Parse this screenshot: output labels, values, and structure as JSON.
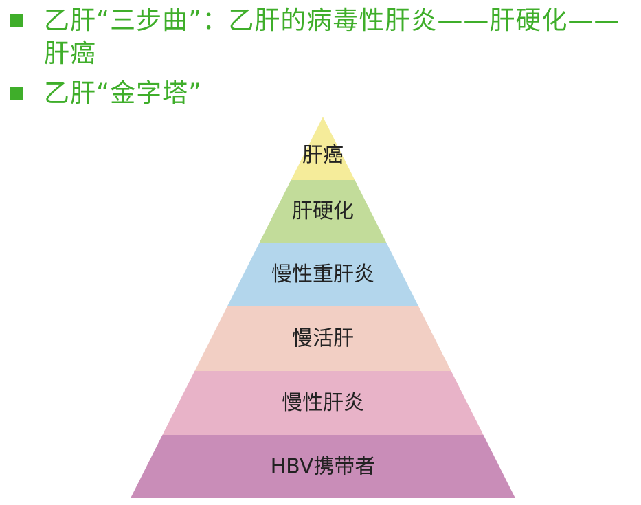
{
  "bullets": [
    {
      "text": "乙肝“三步曲”：乙肝的病毒性肝炎——肝硬化——肝癌"
    },
    {
      "text": "乙肝“金字塔”"
    }
  ],
  "pyramid": {
    "tiers": [
      {
        "label": "肝癌",
        "color": "#f5ec9a"
      },
      {
        "label": "肝硬化",
        "color": "#c2dc9a"
      },
      {
        "label": "慢性重肝炎",
        "color": "#b3d6ec"
      },
      {
        "label": "慢活肝",
        "color": "#f2cfc4"
      },
      {
        "label": "慢性肝炎",
        "color": "#e8b3c8"
      },
      {
        "label": "HBV携带者",
        "color": "#c98db8"
      }
    ]
  },
  "colors": {
    "bullet_green": "#3fae2a"
  }
}
